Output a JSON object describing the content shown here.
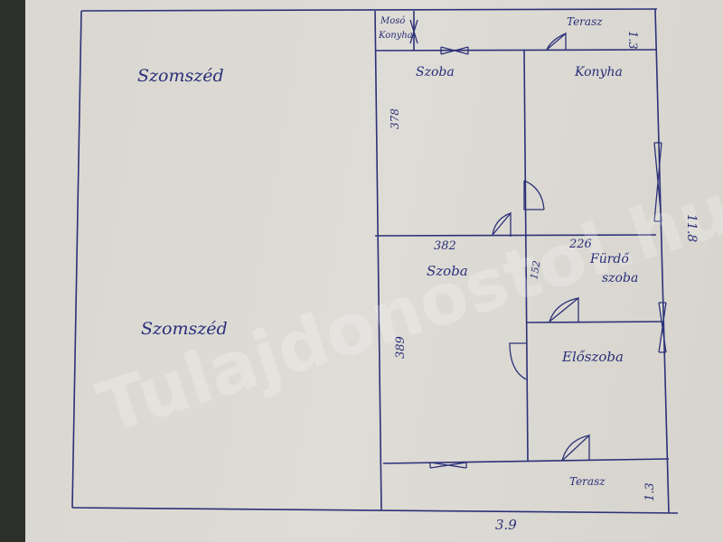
{
  "plan": {
    "neighbors": [
      "Szomszéd",
      "Szomszéd"
    ],
    "rooms": {
      "laundry_kitchen": [
        "Mosó",
        "Konyha"
      ],
      "terrace_top": "Terasz",
      "room_top": "Szoba",
      "kitchen": "Konyha",
      "room_bottom": "Szoba",
      "bathroom": [
        "Fürdő",
        "szoba"
      ],
      "hallway": "Előszoba",
      "terrace_bottom": "Terasz"
    },
    "dimensions": {
      "top_terrace_depth": "1.3",
      "room_top_height": "378",
      "room_bottom_width": "382",
      "bath_width": "226",
      "bath_height": "152",
      "room_bottom_height": "389",
      "total_length": "11.8",
      "bottom_terrace_depth": "1.3",
      "total_width": "3.9"
    },
    "watermark": "Tulajdonostol.hu"
  }
}
